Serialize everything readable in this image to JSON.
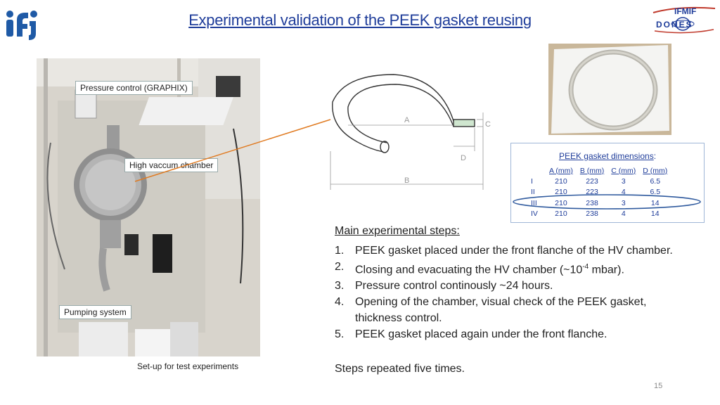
{
  "title": "Experimental validation of the PEEK gasket reusing",
  "logos": {
    "right_text_top": "IFMIF",
    "right_text_bottom": "DONES"
  },
  "setup": {
    "label_pressure": "Pressure control  (GRAPHIX)",
    "label_chamber": "High vaccum chamber",
    "label_pumping": "Pumping system",
    "caption": "Set-up for test experiments"
  },
  "drawing_labels": {
    "a": "A",
    "b": "B",
    "c": "C",
    "d": "D"
  },
  "dimensions": {
    "title": "PEEK gasket dimensions",
    "title_suffix": ":",
    "headers": [
      "A (mm)",
      "B (mm)",
      "C (mm)",
      "D (mm)"
    ],
    "rows": [
      {
        "id": "I",
        "values": [
          "210",
          "223",
          "3",
          "6.5"
        ]
      },
      {
        "id": "II",
        "values": [
          "210",
          "223",
          "4",
          "6.5"
        ]
      },
      {
        "id": "III",
        "values": [
          "210",
          "238",
          "3",
          "14"
        ]
      },
      {
        "id": "IV",
        "values": [
          "210",
          "238",
          "4",
          "14"
        ]
      }
    ]
  },
  "steps": {
    "heading": "Main experimental steps:",
    "items": [
      {
        "num": "1.",
        "text": "PEEK gasket placed under the front flanche of the HV chamber."
      },
      {
        "num": "2.",
        "text_before": "Closing and evacuating the HV chamber (~10",
        "sup": "-4",
        "text_after": " mbar)."
      },
      {
        "num": "3.",
        "text": "Pressure control continously ~24 hours."
      },
      {
        "num": "4.",
        "text": "Opening of the chamber, visual check of the PEEK gasket, thickness control."
      },
      {
        "num": "5.",
        "text": "PEEK gasket placed again under the front flanche."
      }
    ],
    "footer": "Steps repeated  five times."
  },
  "page_number": "15",
  "colors": {
    "title": "#1f3d9a",
    "leader_line": "#e07b22",
    "highlight_ellipse": "#2f5a9e"
  }
}
